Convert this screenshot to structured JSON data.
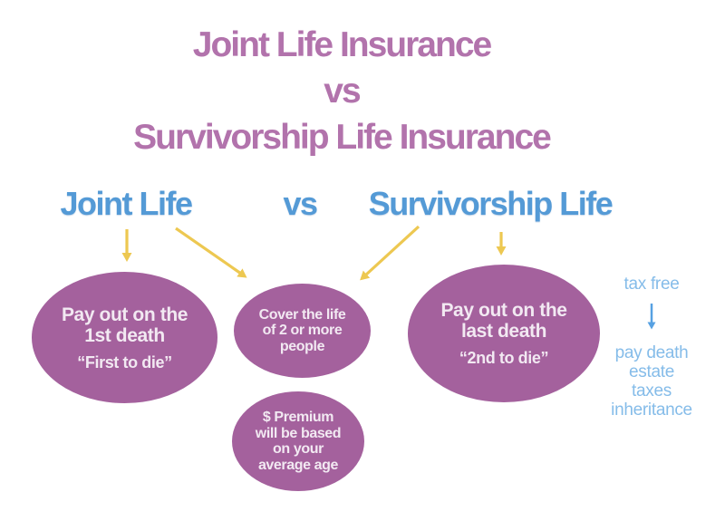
{
  "title": {
    "line1": "Joint Life Insurance",
    "line2": "vs",
    "line3": "Survivorship Life Insurance"
  },
  "comparison_row": {
    "left": "Joint Life",
    "vs": "vs",
    "right": "Survivorship Life"
  },
  "bubbles": {
    "joint": {
      "title": "Pay out on the\n1st death",
      "quote": "“First to die”"
    },
    "shared": {
      "text": "Cover the life\nof 2 or more\npeople"
    },
    "survivorship": {
      "title": "Pay out on the\nlast death",
      "quote": "“2nd to die”"
    },
    "premium": {
      "text": "$ Premium\nwill be based\non your\naverage age"
    }
  },
  "side_note": {
    "label": "tax free",
    "result": "pay death\nestate taxes\ninheritance"
  },
  "colors": {
    "title-purple": "#b273ac",
    "heading-blue": "#549ad6",
    "bubble-purple": "#a4619d",
    "bubble-text": "#f2e9f2",
    "arrow-yellow": "#edc851",
    "note-blue": "#85bce9",
    "note-arrow-blue": "#57a1e2",
    "background": "#ffffff"
  }
}
